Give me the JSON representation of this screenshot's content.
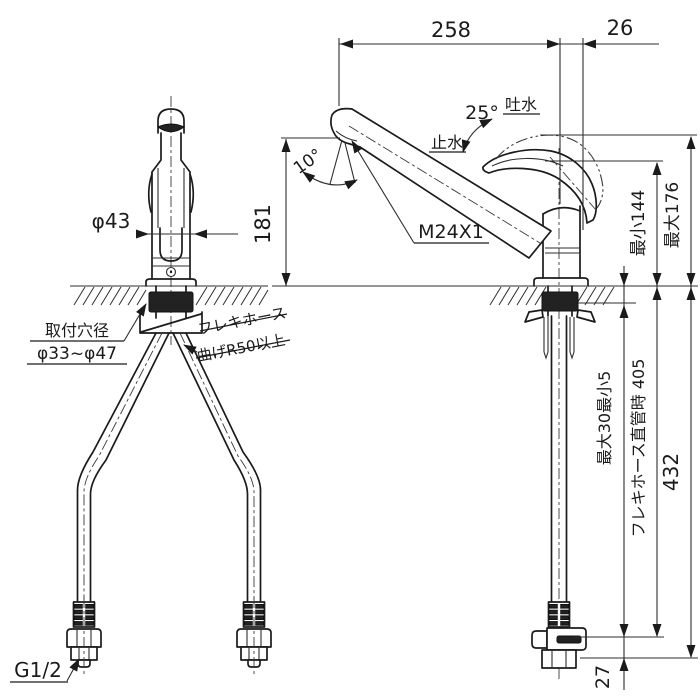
{
  "drawing": {
    "labels": {
      "reach": "258",
      "rear_offset": "26",
      "discharge_angle": "25°",
      "discharge": "吐水",
      "shutoff": "止水",
      "tip_swing_angle": "10°",
      "outlet_thread": "M24X1",
      "height_to_outlet": "181",
      "body_diameter": "φ43",
      "min_clearance": "最小144",
      "max_clearance": "最大176",
      "mount_hole_line1": "取付穴径",
      "mount_hole_line2": "φ33~φ47",
      "flex_hose_line1": "フレキホース",
      "flex_hose_line2": "曲げR50以上",
      "deck_thickness_range": "最大30最小5",
      "hose_straight_length": "フレキホース直管時 405",
      "under_counter_total": "432",
      "fitting_height": "27",
      "connection_thread": "G1/2"
    }
  }
}
